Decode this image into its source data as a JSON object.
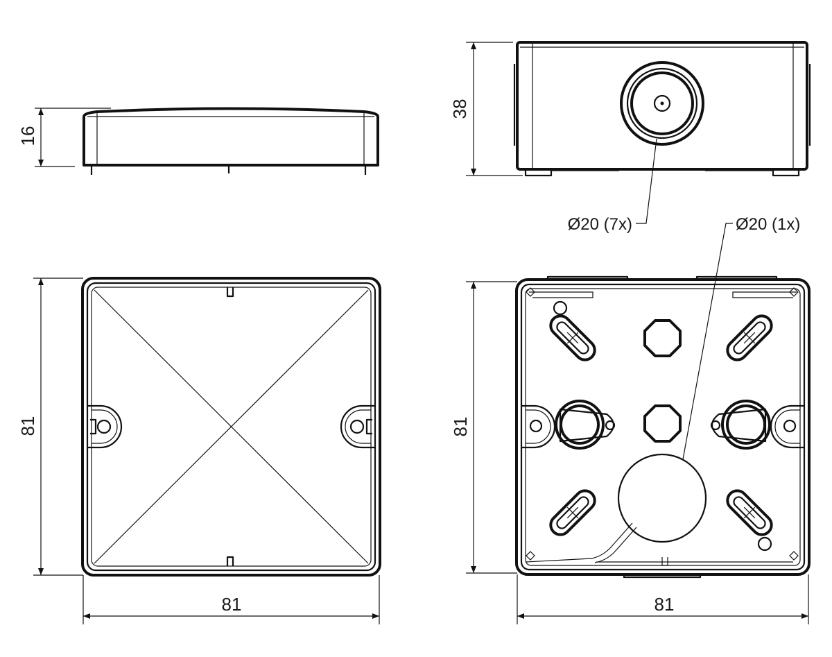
{
  "colors": {
    "line": "#111111",
    "background": "#ffffff"
  },
  "lid_side_view": {
    "height_label": "16"
  },
  "box_side_view": {
    "height_label": "38",
    "hole_callout": "Ø20 (7x)"
  },
  "lid_top_view": {
    "height_label": "81",
    "width_label": "81"
  },
  "box_top_view": {
    "height_label": "81",
    "width_label": "81",
    "hole_callout": "Ø20 (1x)"
  }
}
